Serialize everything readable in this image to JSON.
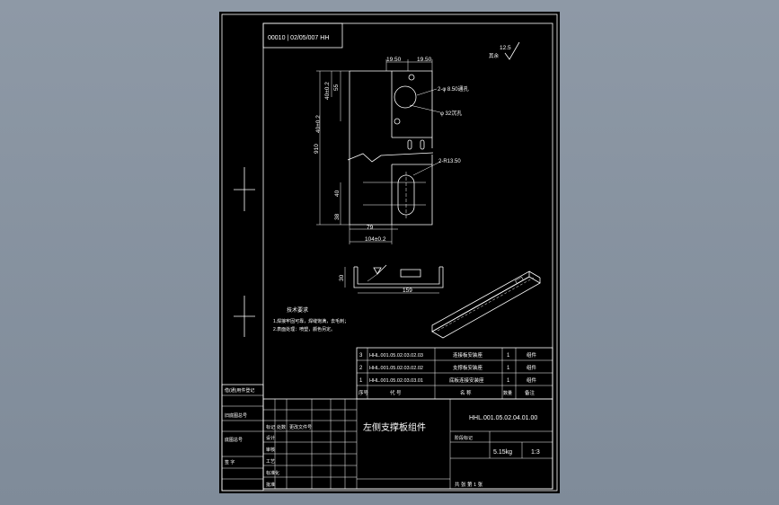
{
  "drawing": {
    "code_box": "00010 | 02/05/007 HH",
    "roughness": {
      "value": "12.5",
      "label": "其余"
    },
    "dims": {
      "w1": "19.50",
      "w2": "19.50",
      "v55": "55",
      "v40a": "40±0.2",
      "v40b": "40±0.2",
      "h910": "910",
      "v40c": "40",
      "v38": "38",
      "h79": "79",
      "h104": "104±0.2",
      "hole1": "2-φ 8.50通孔",
      "hole2": "φ 32沉孔",
      "slot": "2-R13.50",
      "side30": "30",
      "h159": "159"
    },
    "notes": {
      "title": "技术要求",
      "line1": "1.焊接牢固可靠，焊缝饱满，去毛刺；",
      "line2": "2.表面处理：喷塑，颜色另定。"
    }
  },
  "parts_list": {
    "rows": [
      {
        "no": "3",
        "code": "HHL.001.05.02.03.02.03",
        "name": "连接板安装座",
        "qty": "1",
        "mat": "组件"
      },
      {
        "no": "2",
        "code": "HHL.001.05.02.03.02.02",
        "name": "支撑板安装座",
        "qty": "1",
        "mat": "组件"
      },
      {
        "no": "1",
        "code": "HHL.001.05.02.03.03.01",
        "name": "底板连接安装座",
        "qty": "1",
        "mat": "组件"
      }
    ],
    "header": {
      "no": "序号",
      "code": "代 号",
      "name": "名 称",
      "qty": "数量",
      "mat": "备注"
    }
  },
  "title_block": {
    "drawing_no": "HHL.001.05.02.04.01.00",
    "part_name": "左侧支撑板组件",
    "weight": "5.15kg",
    "scale": "1:3",
    "stage_label": "阶段标记",
    "sheet": "共 张  第 1 张",
    "labels": {
      "used_on": "借(通)用件登记",
      "trace": "旧底图总号",
      "sign": "底图总号",
      "date": "签 字",
      "design": "设计",
      "check": "审核",
      "process": "工艺",
      "std": "标准化",
      "approve": "批准",
      "mark": "标记",
      "count": "处数",
      "change": "更改文件号"
    }
  }
}
